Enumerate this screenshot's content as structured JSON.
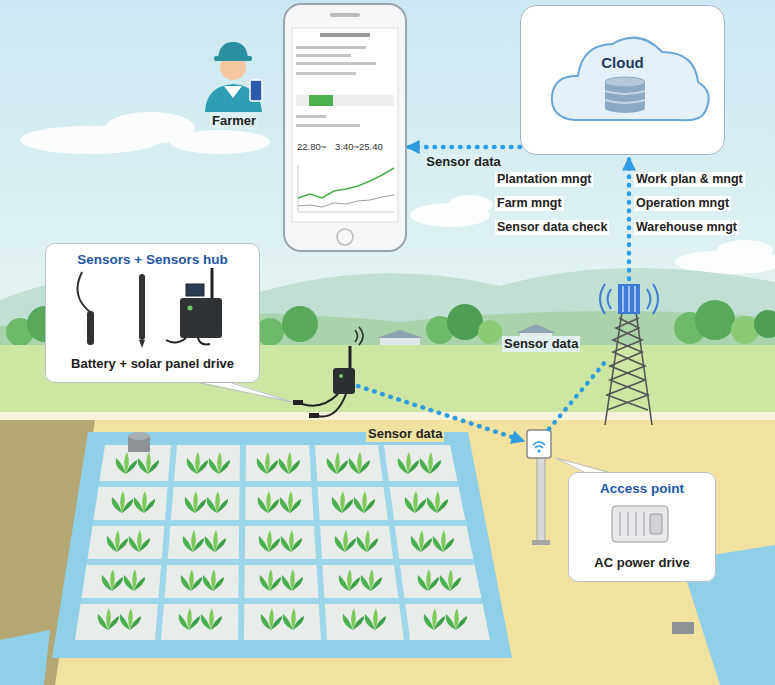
{
  "diagram": {
    "nodes": [
      {
        "text": [
          "22.80~",
          "3.40~25.40"
        ]
      },
      {
        "text": [
          "Cloud"
        ]
      },
      {
        "text": [
          "Sensors + Sensors hub",
          "Battery + solar panel drive"
        ]
      },
      {
        "text": [
          "Access point",
          "AC power drive"
        ]
      }
    ],
    "edges": [
      {
        "from": 1,
        "to": 0,
        "arrow": "to",
        "label": "Sensor data"
      }
    ],
    "labels": [
      "Farmer",
      "Plantation mngt",
      "Work plan & mngt",
      "Farm mngt",
      "Operation mngt",
      "Sensor data check",
      "Warehouse mngt",
      "Sensor data",
      "Sensor data"
    ]
  }
}
